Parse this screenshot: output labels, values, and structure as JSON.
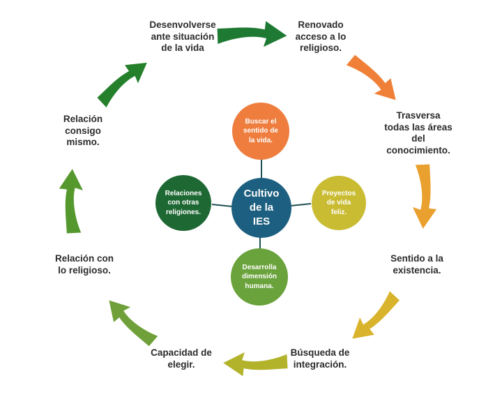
{
  "title": "Cultivo de la IES",
  "center": {
    "label": "Cultivo\nde la\nIES",
    "color": "#1d5f80"
  },
  "satellites": [
    {
      "position": "top",
      "label": "Buscar el\nsentido de\nla vida.",
      "color": "#ee7d3e"
    },
    {
      "position": "right",
      "label": "Proyectos\nde vida\nfeliz.",
      "color": "#c9bc33"
    },
    {
      "position": "bottom",
      "label": "Desarrolla\ndimensión\nhumana.",
      "color": "#6aa23c"
    },
    {
      "position": "left",
      "label": "Relaciones\ncon otras\nreligiones.",
      "color": "#1e6833"
    }
  ],
  "cycle": [
    {
      "label": "Desenvolverse\nante situación\nde la vida"
    },
    {
      "label": "Renovado\nacceso a lo\nreligioso."
    },
    {
      "label": "Trasversa\ntodas las áreas\ndel\nconocimiento."
    },
    {
      "label": "Sentido a la\nexistencia."
    },
    {
      "label": "Búsqueda de\nintegración."
    },
    {
      "label": "Capacidad de\nelegir."
    },
    {
      "label": "Relación con\nlo religioso."
    },
    {
      "label": "Relación\nconsigo\nmismo."
    }
  ],
  "arrow_colors": {
    "top": "#1e7a33",
    "top_right": "#f08038",
    "right": "#eaa02f",
    "bottom_right": "#d9b32b",
    "bottom": "#b2b22b",
    "bottom_left": "#6fa039",
    "left": "#55982e",
    "top_left": "#25802c"
  },
  "text_color": "#2b2b2b",
  "background_color": "#ffffff"
}
